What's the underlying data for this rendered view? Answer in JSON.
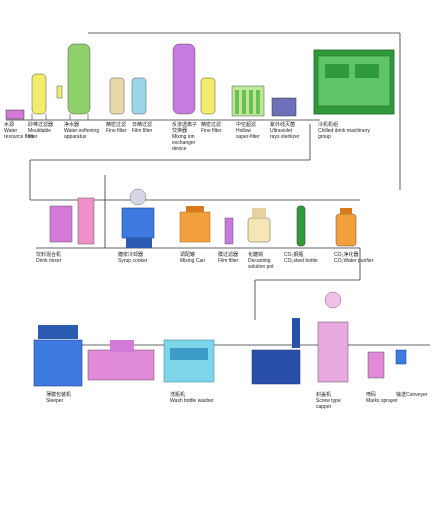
{
  "row1": {
    "water_source_label": "水源\nWater\nresource flow",
    "mouldable_filter_label": "砂棒过滤器\nMouldable\nfilter",
    "softening_label": "净水器\nWater-softening\napparatus",
    "fine_filter_label": "精密过滤\nFine filter",
    "film_filter_label": "日精过滤\nFilm filter",
    "ion_exchanger_label": "反渗透离子\n交换器\nMixing ion\nexchanger\ndevice",
    "fine_filter2_label": "精密过滤\nFine filter",
    "hollow_fiber_label": "中空超滤\nHollow\nsuper-filter",
    "uv_sterilizer_label": "紫外线灭菌\nUltraviolet\nrays sterilizer",
    "chilled_group_label": "冷机机组\nChilled drink machinery\ngroup"
  },
  "row2": {
    "drink_mixer_label": "饮料混合机\nDrink mixer",
    "syrup_cooker_label": "糖浆冷却器\nSyrup cooker",
    "mixing_can_label": "调配罐\nMixing Can",
    "film_filter_label": "膜过滤器\nFilm filter",
    "solution_pot_label": "化糖锅\nDecanting\nsolution pot",
    "co2_bottle_label": "CO₂钢瓶\nCO₂steel bottle",
    "co2_purifier_label": "CO₂净化器\nCO₂Water purifier"
  },
  "row3": {
    "sleeper_label": "薄膜包装机\nSleeper",
    "washer_label": "洗瓶机\nWash bottle washer",
    "capper_label": "封盖机\nScrew type\ncapper",
    "sprayer_label": "喷码\nMarks sprayer",
    "conveyor_label": "输送Conveyer"
  },
  "colors": {
    "yellow": "#f2ec6c",
    "green": "#8fd06a",
    "purple": "#c77be0",
    "blue": "#3d7be0",
    "orange": "#f2a03c",
    "dark_green": "#2f9a3a",
    "cyan": "#7fd5e8"
  }
}
